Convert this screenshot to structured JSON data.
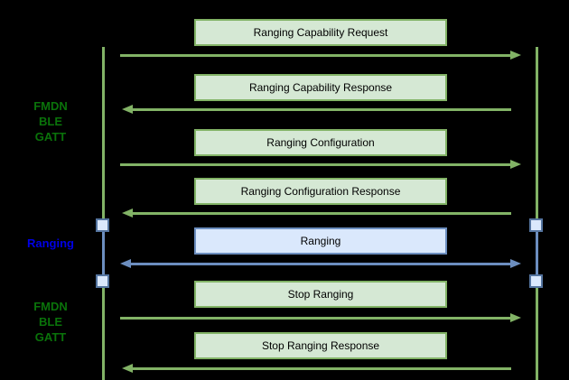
{
  "diagram": {
    "type": "sequence-diagram",
    "side_labels": {
      "top_phase": {
        "lines": [
          "FMDN",
          "BLE",
          "GATT"
        ]
      },
      "middle_phase": {
        "label": "Ranging"
      },
      "bottom_phase": {
        "lines": [
          "FMDN",
          "BLE",
          "GATT"
        ]
      }
    },
    "messages": [
      {
        "label": "Ranging Capability Request",
        "direction": "right",
        "style": "green"
      },
      {
        "label": "Ranging Capability Response",
        "direction": "left",
        "style": "green"
      },
      {
        "label": "Ranging Configuration",
        "direction": "right",
        "style": "green"
      },
      {
        "label": "Ranging Configuration Response",
        "direction": "left",
        "style": "green"
      },
      {
        "label": "Ranging",
        "direction": "both",
        "style": "blue"
      },
      {
        "label": "Stop Ranging",
        "direction": "right",
        "style": "green"
      },
      {
        "label": "Stop Ranging Response",
        "direction": "left",
        "style": "green"
      }
    ],
    "colors": {
      "background": "#000000",
      "green_stroke": "#82b366",
      "green_fill": "#d5e8d4",
      "blue_stroke": "#6c8ebf",
      "blue_fill": "#dae8fc",
      "green_label_text": "#0a730a",
      "blue_label_text": "#0000e6",
      "box_text": "#000000"
    }
  }
}
